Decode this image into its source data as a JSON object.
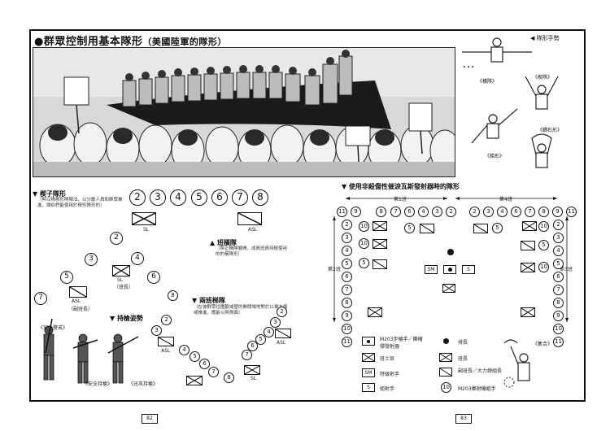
{
  "title": {
    "main": "●群眾控制用基本隊形",
    "sub": "（美國陸軍的隊形）"
  },
  "gestures": {
    "title": "◀ 隊形手勢",
    "labels": [
      "《橫隊》",
      "《楔隊》",
      "《梯形》",
      "《鑽石形》"
    ]
  },
  "wedge": {
    "title": "▼ 楔子隊形",
    "note": "（與以隊楔形隊陣法，以分散人員和群眾推進，讓伯們能使用於楔形隊形的）",
    "numbers": [
      "2",
      "3",
      "4",
      "5",
      "6",
      "7",
      "8"
    ],
    "labels": {
      "sl": "SL",
      "asl": "ASL",
      "sl2": "SL",
      "sl2sub": "（班長）",
      "asl2": "ASL",
      "asl2sub": "（副班長）"
    },
    "formation": [
      "2",
      "3",
      "4",
      "5",
      "6",
      "7"
    ]
  },
  "line": {
    "title": "▲ 班橫隊",
    "note": "（與正橫隊展開，成員班員持棍使用的的橫隊形）"
  },
  "echelon": {
    "title": "▼ 兩班梯隊",
    "note": "（在彼群眾往圍觀戒壁的開闊場地對於以單方面或推進，應能以與側面）",
    "numbers": [
      "2",
      "3",
      "4",
      "5",
      "6",
      "7",
      "8",
      "2",
      "3",
      "4",
      "5",
      "6",
      "7",
      "8"
    ],
    "labels": {
      "asl": "ASL",
      "sl": "SL",
      "asl2": "ASL",
      "sl2": "SL"
    }
  },
  "weapon": {
    "title": "▼ 持槍姿勢",
    "labels": [
      "《安全警戒》",
      "《安全持槍》",
      "《迅攻持槍》"
    ]
  },
  "gas": {
    "title": "▼ 使用非殺傷性催淚瓦斯發射器時的隊形",
    "squad1": "第1班",
    "squad4": "第4班",
    "squad2": "第2班",
    "squad3": "第3班",
    "top_row": [
      "11",
      "9",
      "8",
      "7",
      "6",
      "4",
      "3",
      "2",
      "2",
      "3",
      "4",
      "6",
      "7",
      "8",
      "9",
      "11"
    ],
    "top_inner": [
      "10",
      "5",
      "5",
      "10"
    ],
    "left_col": [
      "2",
      "3",
      "4",
      "5",
      "6",
      "7",
      "8",
      "9",
      "10",
      "11"
    ],
    "right_col": [
      "2",
      "3",
      "4",
      "5",
      "6",
      "7",
      "8",
      "9",
      "10",
      "11"
    ],
    "left_inner": [
      "10",
      "5"
    ],
    "right_inner": [
      "5",
      "10"
    ],
    "center": {
      "sm": "SM",
      "s": "S"
    }
  },
  "legend": {
    "items": [
      "M203步槍手／擲榴彈發射器",
      "排長",
      "班士官",
      "班長",
      "特級射手",
      "副班長／大力鉗組長",
      "組射手",
      "M203擲射機組手"
    ],
    "sm": "SM",
    "s": "S",
    "n": "10"
  },
  "gather": {
    "label": "《集合》"
  },
  "pages": {
    "left": "82",
    "right": "83"
  }
}
